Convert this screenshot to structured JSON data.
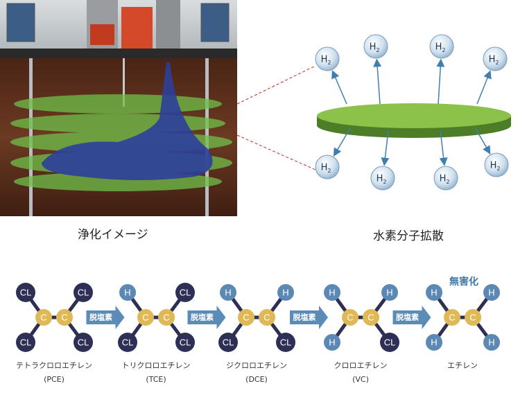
{
  "captions": {
    "left": "浄化イメージ",
    "right": "水素分子拡散"
  },
  "h2_label": "H",
  "h2_subscript": "2",
  "reaction_label": "脱塩素",
  "harmless_label": "無害化",
  "colors": {
    "cl": "#2d2f55",
    "h": "#5b89b3",
    "c": "#e0b957",
    "arrow": "#5b8bb7",
    "disc": "#7fb23e",
    "soil": "#5a2e1c",
    "plume": "#2c3f9a"
  },
  "molecules": [
    {
      "name": "テトラクロロエチレン",
      "abbr": "(PCE)",
      "atoms": [
        "CL",
        "CL",
        "CL",
        "CL"
      ]
    },
    {
      "name": "トリクロロエチレン",
      "abbr": "(TCE)",
      "atoms": [
        "H",
        "CL",
        "CL",
        "CL"
      ]
    },
    {
      "name": "ジクロロエチレン",
      "abbr": "(DCE)",
      "atoms": [
        "H",
        "H",
        "CL",
        "CL"
      ]
    },
    {
      "name": "クロロエチレン",
      "abbr": "(VC)",
      "atoms": [
        "H",
        "H",
        "H",
        "CL"
      ]
    },
    {
      "name": "エチレン",
      "abbr": "",
      "atoms": [
        "H",
        "H",
        "H",
        "H"
      ]
    }
  ],
  "carbon_label": "C"
}
